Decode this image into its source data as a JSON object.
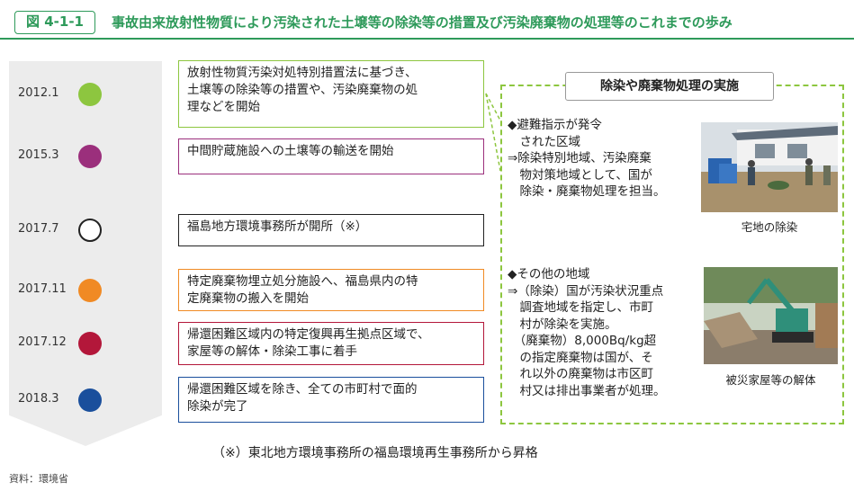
{
  "header": {
    "figure_label": "図 4-1-1",
    "title": "事故由来放射性物質により汚染された土壌等の除染等の措置及び汚染廃棄物の処理等のこれまでの歩み"
  },
  "timeline": [
    {
      "date": "2012.1",
      "color": "#8dc63f",
      "lines": [
        "放射性物質汚染対処特別措置法に基づき、",
        "土壌等の除染等の措置や、汚染廃棄物の処",
        "理などを開始"
      ]
    },
    {
      "date": "2015.3",
      "color": "#9b2f7c",
      "lines": [
        "中間貯蔵施設への土壌等の輸送を開始"
      ]
    },
    {
      "date": "2017.7",
      "color": "#222222",
      "lines": [
        "福島地方環境事務所が開所（※）"
      ]
    },
    {
      "date": "2017.11",
      "color": "#f08a24",
      "lines": [
        "特定廃棄物埋立処分施設へ、福島県内の特",
        "定廃棄物の搬入を開始"
      ]
    },
    {
      "date": "2017.12",
      "color": "#b3173a",
      "lines": [
        "帰還困難区域内の特定復興再生拠点区域で、",
        "家屋等の解体・除染工事に着手"
      ]
    },
    {
      "date": "2018.3",
      "color": "#1a4f9c",
      "lines": [
        "帰還困難区域を除き、全ての市町村で面的",
        "除染が完了"
      ]
    }
  ],
  "panel": {
    "title": "除染や廃棄物処理の実施",
    "area1": {
      "lines": [
        "◆避難指示が発令",
        "　された区域",
        "⇒除染特別地域、汚染廃棄",
        "　物対策地域として、国が",
        "　除染・廃棄物処理を担当。"
      ]
    },
    "area2": {
      "lines": [
        "◆その他の地域",
        "⇒（除染）国が汚染状況重点",
        "　調査地域を指定し、市町",
        "　村が除染を実施。",
        "　（廃棄物）8,000Bq/kg超",
        "　の指定廃棄物は国が、そ",
        "　れ以外の廃棄物は市区町",
        "　村又は排出事業者が処理。"
      ]
    },
    "photo1_caption": "宅地の除染",
    "photo2_caption": "被災家屋等の解体"
  },
  "footnote": "（※）東北地方環境事務所の福島環境再生事務所から昇格",
  "source": "資料：環境省"
}
